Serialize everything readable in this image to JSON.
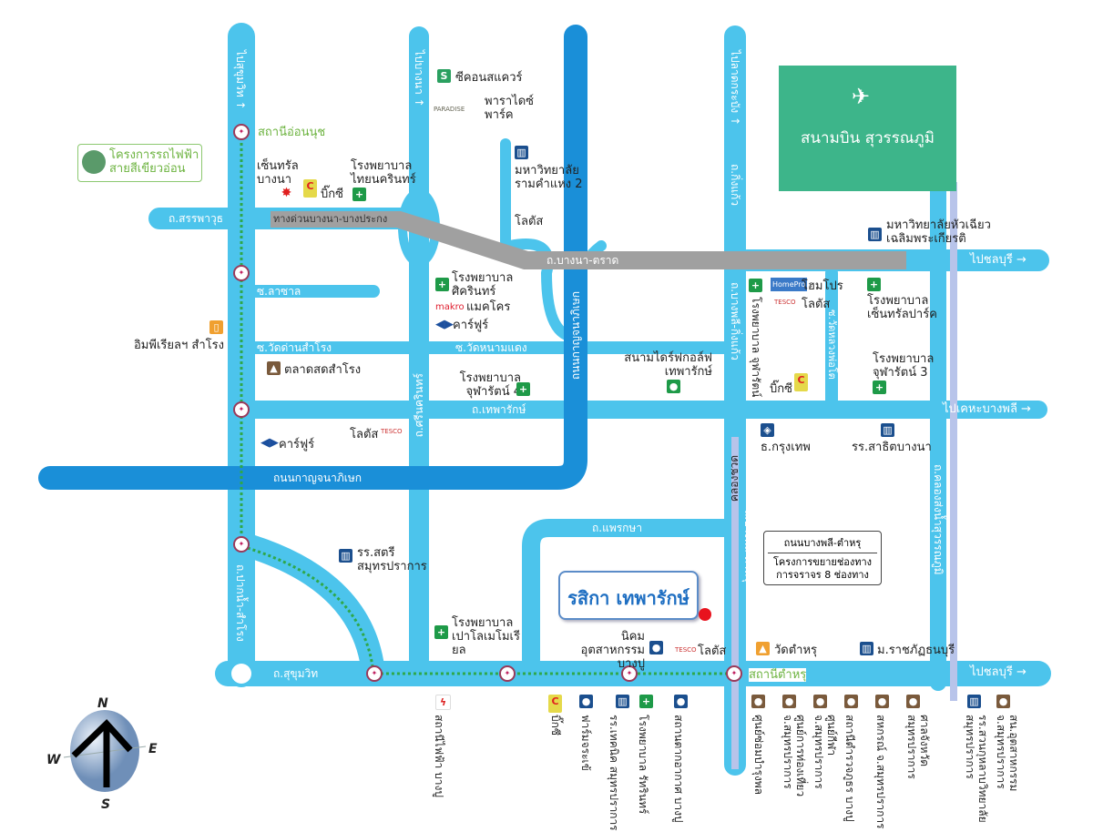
{
  "roads": {
    "to_sukhumvit": "ไปสุขุมวิท ↑",
    "to_bangna": "ไปบางนา ↑",
    "to_latkrabang": "ไปลาดกระบัง ↑",
    "sanphawut": "ถ.สรรพาวุธ",
    "expressway": "ทางด่วนบางนา-บางประกง",
    "bangna_trat": "ถ.บางนา-ตราด",
    "to_chonburi_top": "ไปชลบุรี →",
    "lasalle": "ซ.ลาซาล",
    "wat_dan_samrong": "ซ.วัดด่านสำโรง",
    "wat_nam_daeng": "ซ.วัดหนามแดง",
    "kanchanaphisek_v": "ถนนกาญจนาภิเษก",
    "kanchanaphisek_h": "ถนนกาญจนาภิเษก",
    "theparak": "ถ.เทพารักษ์",
    "srinakarin": "ถ.ศรีนครินทร์",
    "to_kheha": "ไปเคหะบางพลี →",
    "king_kaeo": "ถ.บางพลี-กิ่งแก้ว",
    "king_kaeo_top": "ถ.กิ่งแก้ว",
    "wat_luang_pho": "ซ.วัดหลวงพ่อโต",
    "khlong_chong": "คลองชวด",
    "bangphli_tamru": "ถ.บางพลี-ตำหรุ",
    "khlong_samrong": "ถ.คลองส่งน้ำสุวรรณภูมิ",
    "praeksa": "ถ.แพรกษา",
    "paknam_samrong": "ถ.ปากน้ำ-สำโรง",
    "sukhumvit": "ถ.สุขุมวิท",
    "to_chonburi_bottom": "ไปชลบุรี →"
  },
  "stations": {
    "on_nut": "สถานีอ่อนนุช",
    "tamru": "สถานีตำหรุ"
  },
  "green_line": "โครงการรถไฟฟ้า สายสีเขียวอ่อน",
  "airport": "สนามบิน สุวรรณภูมิ",
  "project": "รสิกา เทพารักษ์",
  "road_project": {
    "title": "ถนนบางพลี-ตำหรุ",
    "desc": "โครงการขยายช่องทาง การจราจร 8 ช่องทาง"
  },
  "places": {
    "seacon": "ซีคอนสแควร์",
    "paradise": "พาราไดซ์ พาร์ค",
    "ramkhamhaeng2": "มหาวิทยาลัย รามคำแหง 2",
    "central_bangna": "เซ็นทรัล บางนา",
    "bigc1": "บิ๊กซี",
    "thainakarin": "โรงพยาบาล ไทยนครินทร์",
    "lotus1": "โลตัส",
    "hcu": "มหาวิทยาลัยหัวเฉียว เฉลิมพระเกียรติ",
    "sikarin": "โรงพยาบาล ศิครินทร์",
    "makro": "แมคโคร",
    "carrefour1": "คาร์ฟูร์",
    "imperial": "อิมพีเรียลฯ สำโรง",
    "market": "ตลาดสดสำโรง",
    "chularat4": "โรงพยาบาล จุฬารัตน์ 4",
    "golf": "สนามไดร์ฟกอล์ฟ เทพารักษ์",
    "homepro": "โฮมโปร",
    "lotus2": "โลตัส",
    "chularat_h": "โรงพยาบาล จุฬารัตน์",
    "central_park": "โรงพยาบาล เซ็นทรัลปาร์ค",
    "bigc2": "บิ๊กซี",
    "chularat3": "โรงพยาบาล จุฬารัตน์ 3",
    "bbl": "ธ.กรุงเทพ",
    "satit": "รร.สาธิตบางนา",
    "lotus3": "โลตัส",
    "carrefour2": "คาร์ฟูร์",
    "satri": "รร.สตรี สมุทรปราการ",
    "paolo": "โรงพยาบาล เปาโลเมโมเรียล",
    "bangpoo_ind": "นิคมอุตสาหกรรม บางปู",
    "lotus4": "โลตัส",
    "wat_tamru": "วัดตำหรุ",
    "rajabhat": "ม.ราชภัฏธนบุรี"
  },
  "bottom": [
    "สถานีไฟฟ้า บางปู",
    "บิ๊กซี",
    "ฟาร์มจระเข้",
    "รร.เทคนิค สมุทรปราการ",
    "โรงพยาบาล รัทรินทร์",
    "สถานตากอากาศ บางปู",
    "ศูนย์ซ่อมบำรุงพล",
    "ศูนย์การท่องเที่ยว จ.สมุทรปราการ",
    "ศูนย์กีฬา จ.สมุทรปราการ",
    "สถานีตำรวจภูธร บางปู",
    "สหกรณ์ จ.สมุทรปราการ",
    "ศาลจังหวัด สมุทรปราการ",
    "รร.สวนกุหลาบวิทยาลัย สมุทรปราการ",
    "สน.อุตสาหกรรม จ.สมุทรปราการ"
  ],
  "compass": {
    "n": "N",
    "s": "S",
    "e": "E",
    "w": "W"
  },
  "colors": {
    "road": "#4cc4ec",
    "main_road": "#1a8fd8",
    "expressway": "#a0a0a0",
    "airport": "#3db58a",
    "canal": "#b8c4ea",
    "green_line": "#2ea84a",
    "marker": "#e8131e"
  }
}
